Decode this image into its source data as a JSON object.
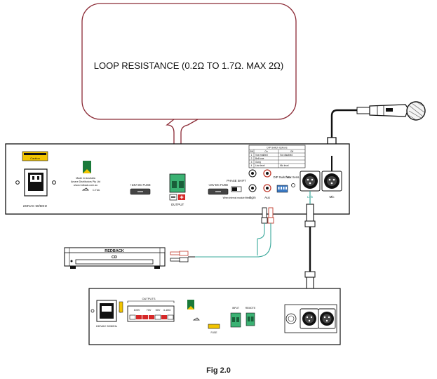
{
  "loop_box": {
    "label": "LOOP RESISTANCE (0.2Ω TO 1.7Ω. MAX 2Ω)"
  },
  "amp_rear": {
    "caution_label": "Caution",
    "ac_label": "240VAC 50/60Hz",
    "made_in_line1": "Made in Australia",
    "made_in_line2": "Amare Distributors Pty Ltd",
    "made_in_line3": "www.redback.com.au",
    "compliance_mark": "C-Tick",
    "fuse_left": "+24V DC FUSE",
    "fuse_right": "-24V DC FUSE",
    "output_label": "OUTPUT",
    "phase_shift_label": "PHASE SHIFT",
    "phase_note": "When internal module fitted",
    "dip_label": "DIP Switches",
    "vox_sens_label": "Vox Sens.",
    "link_label": "Link",
    "mic_label": "Mic",
    "bgm_label": "Bgm",
    "aux_label": "Aux",
    "dip_table": {
      "title": "DIP Switch Options",
      "col_sw": "SW",
      "col_on": "On",
      "col_off": "Off",
      "rows": [
        [
          "1",
          "Vox enabled",
          "Vox disabled"
        ],
        [
          "2",
          "Bell tone",
          ""
        ],
        [
          "3",
          "Gong",
          ""
        ],
        [
          "4",
          "Line level",
          "Mic level"
        ]
      ]
    }
  },
  "cd_player": {
    "brand": "REDBACK",
    "label": "CD"
  },
  "amp_lower": {
    "outputs_label": "OUTPUTS",
    "taps": [
      "100V",
      "70V",
      "50V",
      "4-16Ω"
    ],
    "ac_label": "240VAC 50/60Hz",
    "input_label": "INPUT",
    "remote_label": "REMOTE",
    "fuse_label": "FUSE"
  },
  "caption": "Fig 2.0",
  "colors": {
    "loop": "#8b2a35",
    "output_green": "#3bb273",
    "link": "#3aa89b",
    "cd_red": "#d63a3a"
  }
}
